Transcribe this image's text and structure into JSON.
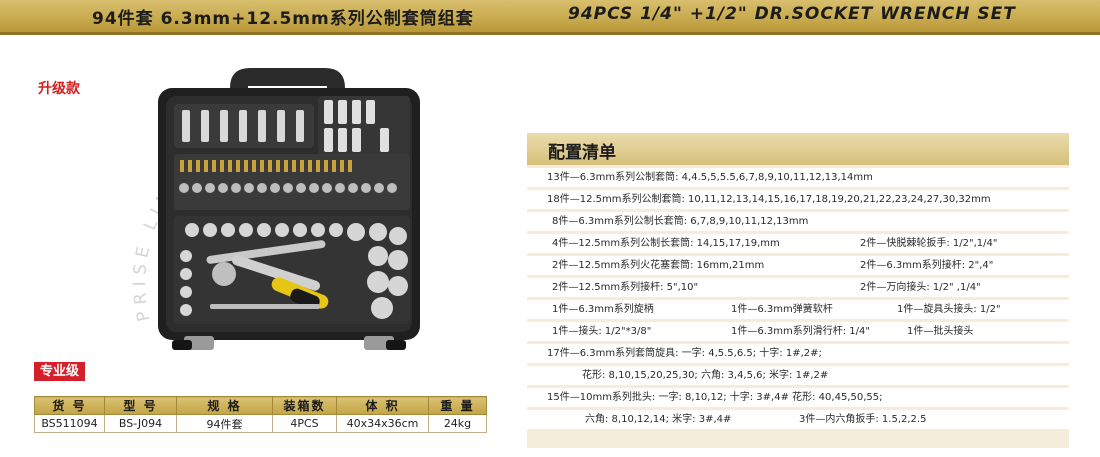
{
  "header": {
    "title_cn": "94件套 6.3mm+12.5mm系列公制套筒组套",
    "title_en": "94PCS 1/4\" +1/2\" DR.SOCKET WRENCH SET"
  },
  "left": {
    "upgrade_label": "升级款",
    "pro_label": "专业级",
    "watermark_text": "PRISE LIMIT…NG KONG BO…"
  },
  "spec_table": {
    "headers": [
      "货 号",
      "型 号",
      "规 格",
      "装箱数",
      "体 积",
      "重 量"
    ],
    "row": [
      "BS511094",
      "BS-J094",
      "94件套",
      "4PCS",
      "40x34x36cm",
      "24kg"
    ]
  },
  "config": {
    "title": "配置清单",
    "rows": [
      [
        "13件—6.3mm系列公制套筒: 4,4.5,5,5.5,6,7,8,9,10,11,12,13,14mm"
      ],
      [
        "18件—12.5mm系列公制套筒: 10,11,12,13,14,15,16,17,18,19,20,21,22,23,24,27,30,32mm"
      ],
      [
        "8件—6.3mm系列公制长套筒: 6,7,8,9,10,11,12,13mm"
      ],
      [
        "4件—12.5mm系列公制长套筒: 14,15,17,19,mm",
        "2件—快脱棘轮扳手: 1/2\",1/4\""
      ],
      [
        "2件—12.5mm系列火花塞套筒: 16mm,21mm",
        "2件—6.3mm系列接杆: 2\",4\""
      ],
      [
        "2件—12.5mm系列接杆: 5\",10\"",
        "2件—万向接头: 1/2\" ,1/4\""
      ],
      [
        "1件—6.3mm系列旋柄",
        "1件—6.3mm弹簧软杆",
        "1件—旋具头接头: 1/2\""
      ],
      [
        "1件—接头: 1/2\"*3/8\"",
        "1件—6.3mm系列滑行杆: 1/4\"",
        "1件—批头接头"
      ],
      [
        "17件—6.3mm系列套筒旋具: 一字: 4,5.5,6.5;  十字: 1#,2#;"
      ],
      [
        "花形: 8,10,15,20,25,30;  六角: 3,4,5,6;  米字: 1#,2#"
      ],
      [
        "15件—10mm系列批头: 一字: 8,10,12;  十字: 3#,4#    花形: 40,45,50,55;"
      ],
      [
        "六角: 8,10,12,14;  米字: 3#,4#",
        "3件—内六角扳手: 1.5,2,2.5"
      ]
    ]
  },
  "colors": {
    "header_gold": "#c9ab50",
    "panel_bg": "#f3edda",
    "badge_red": "#d4202a",
    "upgrade_red": "#d41f1f"
  }
}
